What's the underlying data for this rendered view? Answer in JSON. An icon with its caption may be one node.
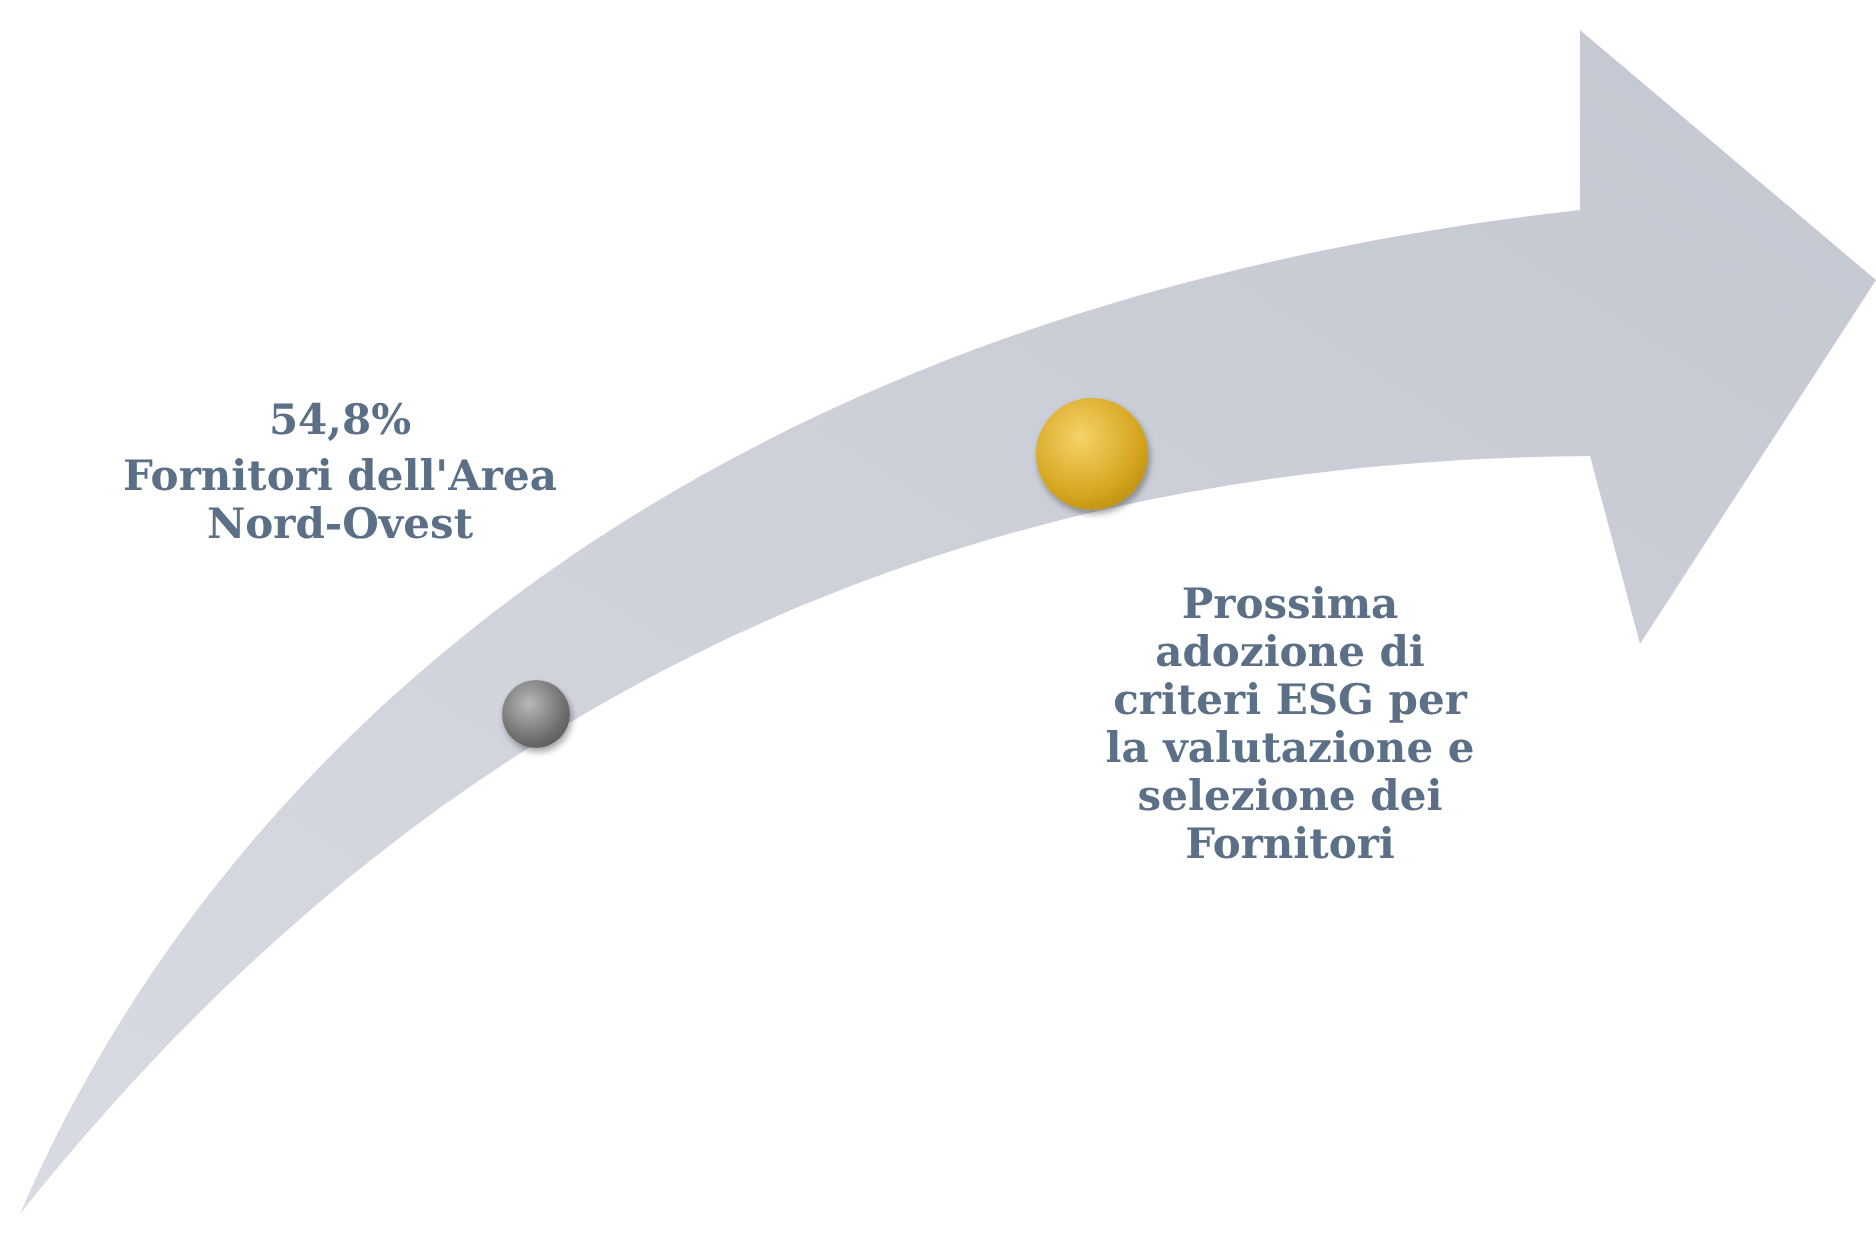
{
  "diagram": {
    "nodes": [
      {
        "text": [],
        "shape": "circle",
        "beside": [
          "54,8%",
          "Fornitori dell'Area Nord-Ovest"
        ]
      },
      {
        "text": [],
        "shape": "circle",
        "beside": [
          "Prossima adozione di criteri ESG per la valutazione e selezione dei Fornitori"
        ]
      }
    ]
  }
}
